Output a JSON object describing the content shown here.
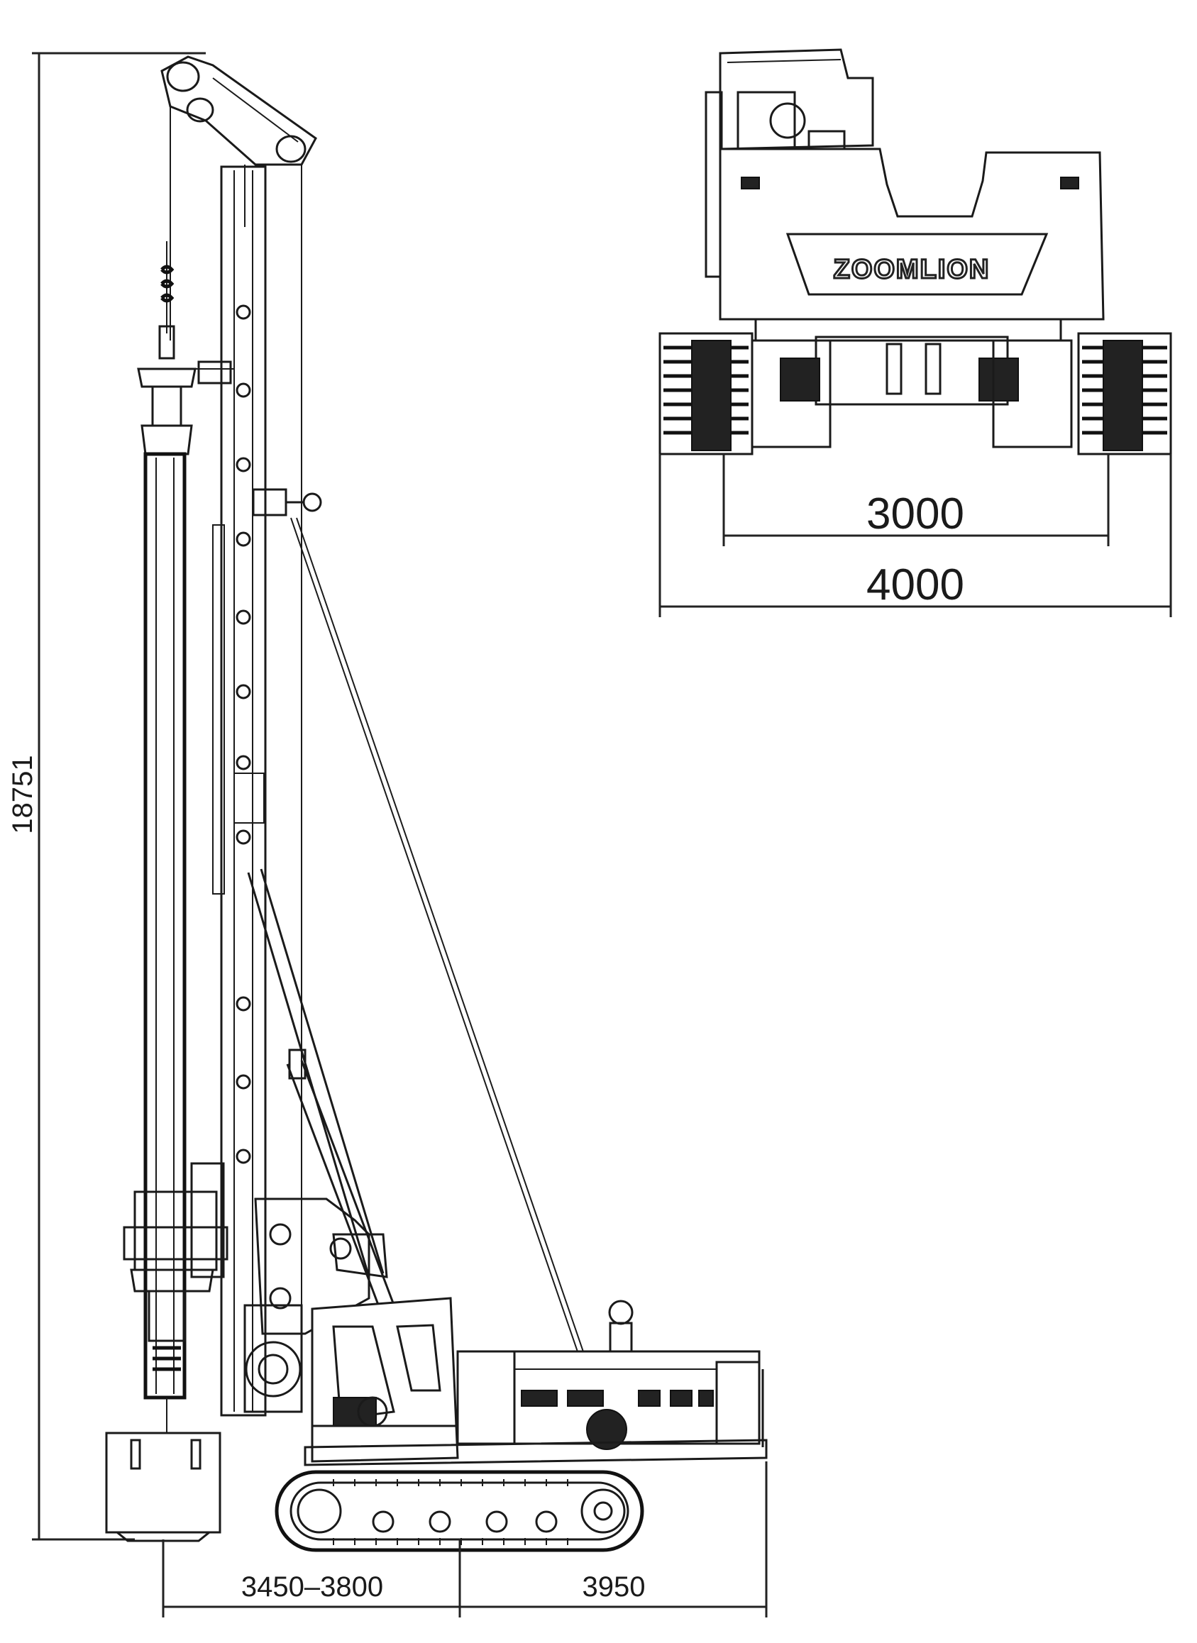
{
  "front_view": {
    "brand_label": "ZOOMLION",
    "dim_track_gauge": "3000",
    "dim_overall_width": "4000"
  },
  "side_view": {
    "dim_overall_height": "18751",
    "dim_front_working_radius": "3450–3800",
    "dim_rear_length": "3950"
  }
}
